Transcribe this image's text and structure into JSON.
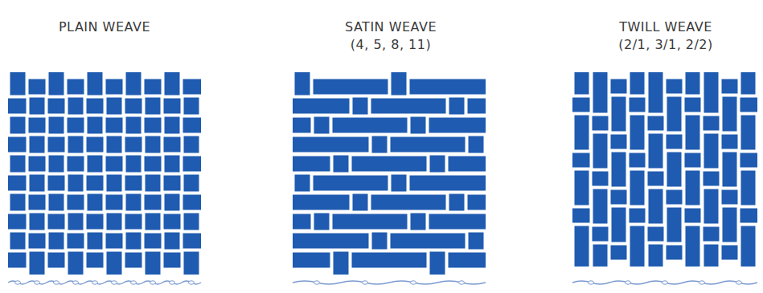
{
  "diagram": {
    "labels": [
      "PLAIN WEAVE",
      "SATIN WEAVE",
      "(4, 5, 8, 11)",
      "TWILL WEAVE",
      "(2/1, 3/1, 2/2)"
    ]
  }
}
